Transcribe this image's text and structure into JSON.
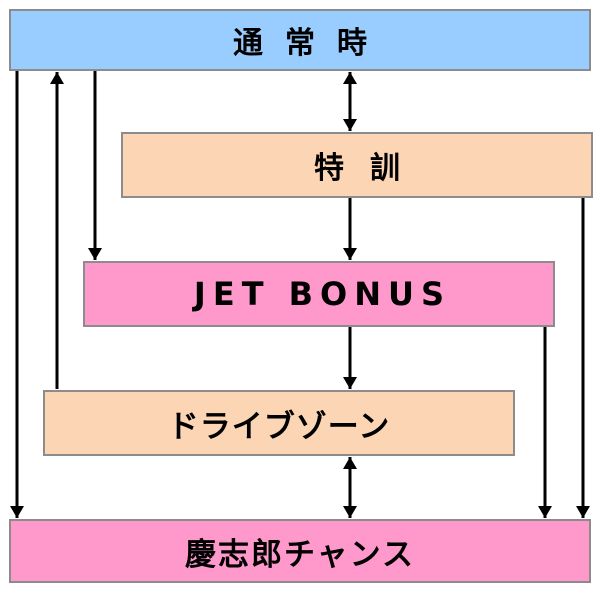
{
  "nodes": {
    "normal": {
      "label": "通常時",
      "color": "#99ccff"
    },
    "training": {
      "label": "特訓",
      "color": "#fcd5b4"
    },
    "jet_bonus": {
      "label": "JET BONUS",
      "color": "#ff99cc"
    },
    "drive_zone": {
      "label": "ドライブゾーン",
      "color": "#fcd5b4"
    },
    "chance": {
      "label": "慶志郎チャンス",
      "color": "#ff99cc"
    }
  },
  "edges": [
    {
      "from": "normal",
      "to": "training",
      "direction": "both"
    },
    {
      "from": "normal",
      "to": "jet_bonus",
      "direction": "forward"
    },
    {
      "from": "normal",
      "to": "chance",
      "direction": "forward"
    },
    {
      "from": "drive_zone",
      "to": "normal",
      "direction": "forward"
    },
    {
      "from": "training",
      "to": "jet_bonus",
      "direction": "forward"
    },
    {
      "from": "training",
      "to": "chance",
      "direction": "forward"
    },
    {
      "from": "jet_bonus",
      "to": "drive_zone",
      "direction": "forward"
    },
    {
      "from": "jet_bonus",
      "to": "chance",
      "direction": "forward"
    },
    {
      "from": "drive_zone",
      "to": "chance",
      "direction": "both"
    }
  ]
}
